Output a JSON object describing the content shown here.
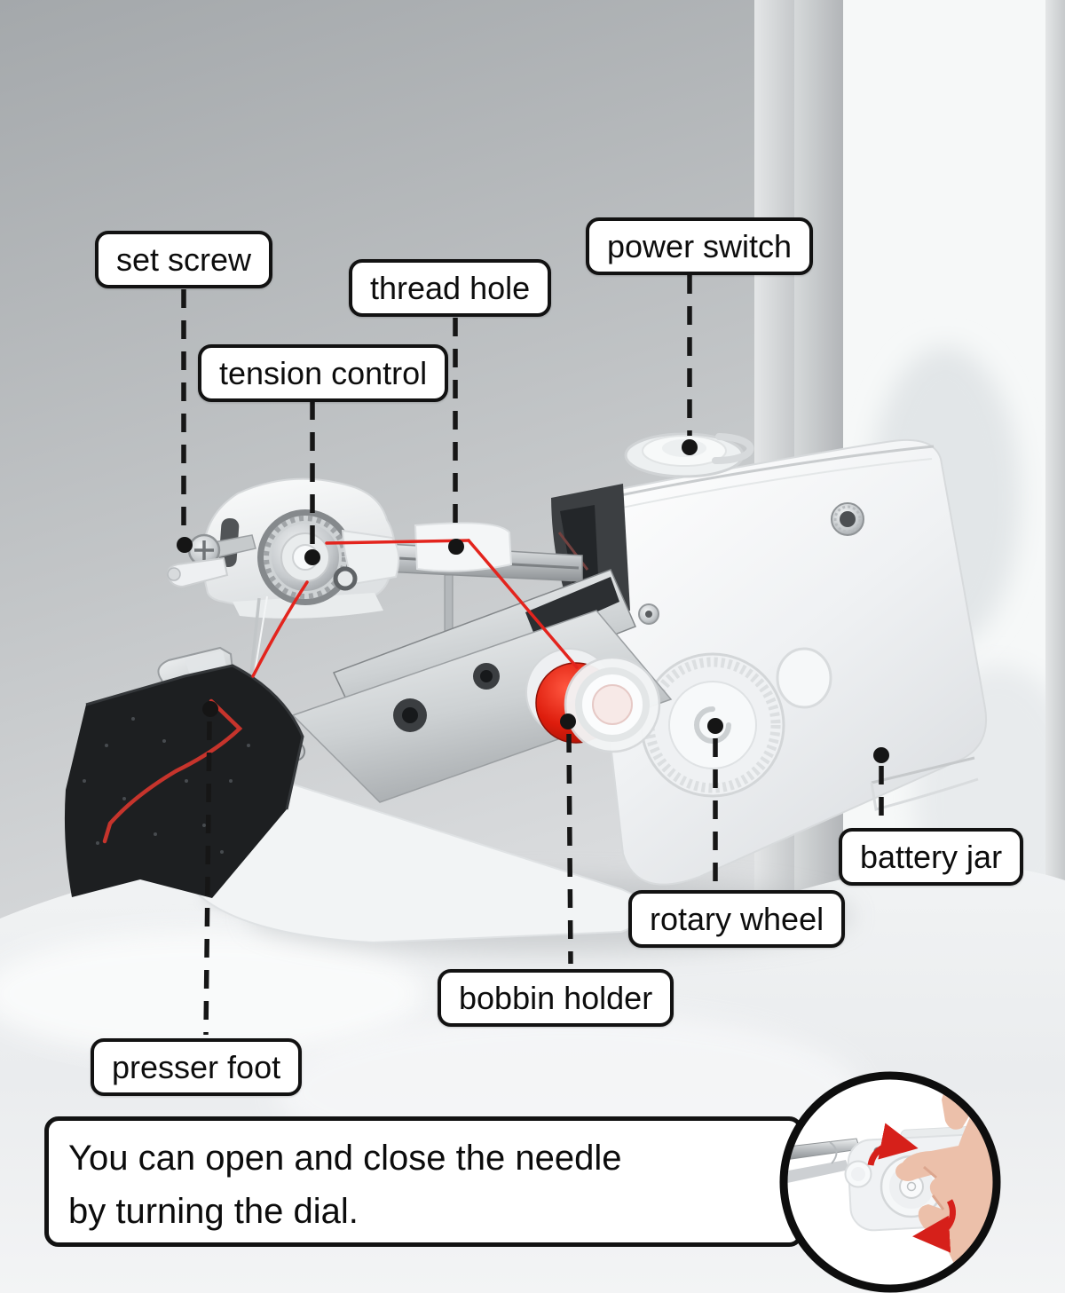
{
  "labels": {
    "set_screw": "set screw",
    "thread_hole": "thread hole",
    "power_switch": "power switch",
    "tension_control": "tension control",
    "battery_jar": "battery jar",
    "rotary_wheel": "rotary wheel",
    "bobbin_holder": "bobbin holder",
    "presser_foot": "presser foot"
  },
  "note": {
    "line1": "You can open and close the needle",
    "line2": "by turning the dial."
  },
  "colors": {
    "callout_border": "#121212",
    "label_background": "#ffffff",
    "thread_red": "#e3241d",
    "arrow_red": "#d6201a",
    "fabric_black": "#1d1f21"
  }
}
